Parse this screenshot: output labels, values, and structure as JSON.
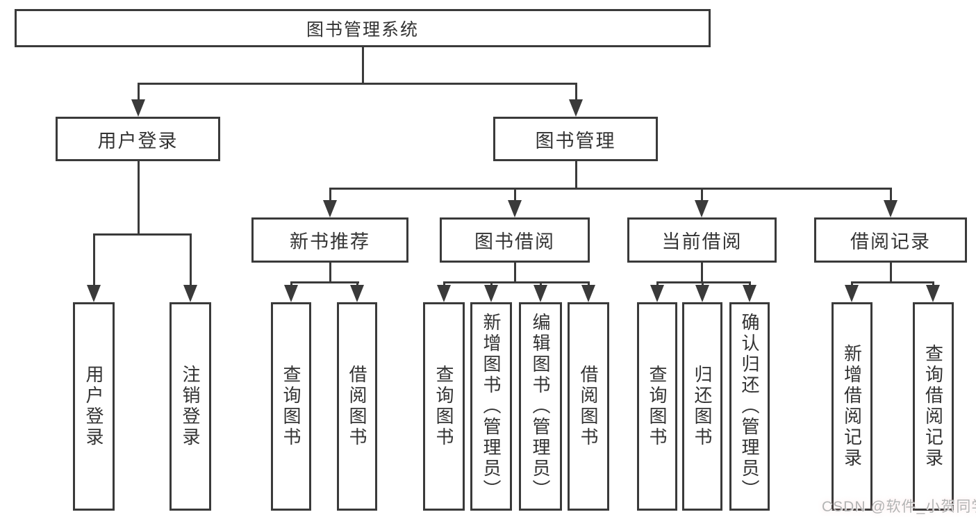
{
  "diagram": {
    "root": "图书管理系统",
    "level2": [
      "用户登录",
      "图书管理"
    ],
    "level3": [
      "新书推荐",
      "图书借阅",
      "当前借阅",
      "借阅记录"
    ],
    "leaves": [
      "用户登录",
      "注销登录",
      "查询图书",
      "借阅图书",
      "查询图书",
      "新增图书（管理员）",
      "编辑图书（管理员）",
      "借阅图书",
      "查询图书",
      "归还图书",
      "确认归还（管理员）",
      "新增借阅记录",
      "查询借阅记录"
    ]
  },
  "watermark": "CSDN @软件_小贺同学",
  "colors": {
    "line": "#3a3a3a",
    "text": "#333333",
    "background": "#ffffff",
    "watermark": "#b3b3b3"
  }
}
